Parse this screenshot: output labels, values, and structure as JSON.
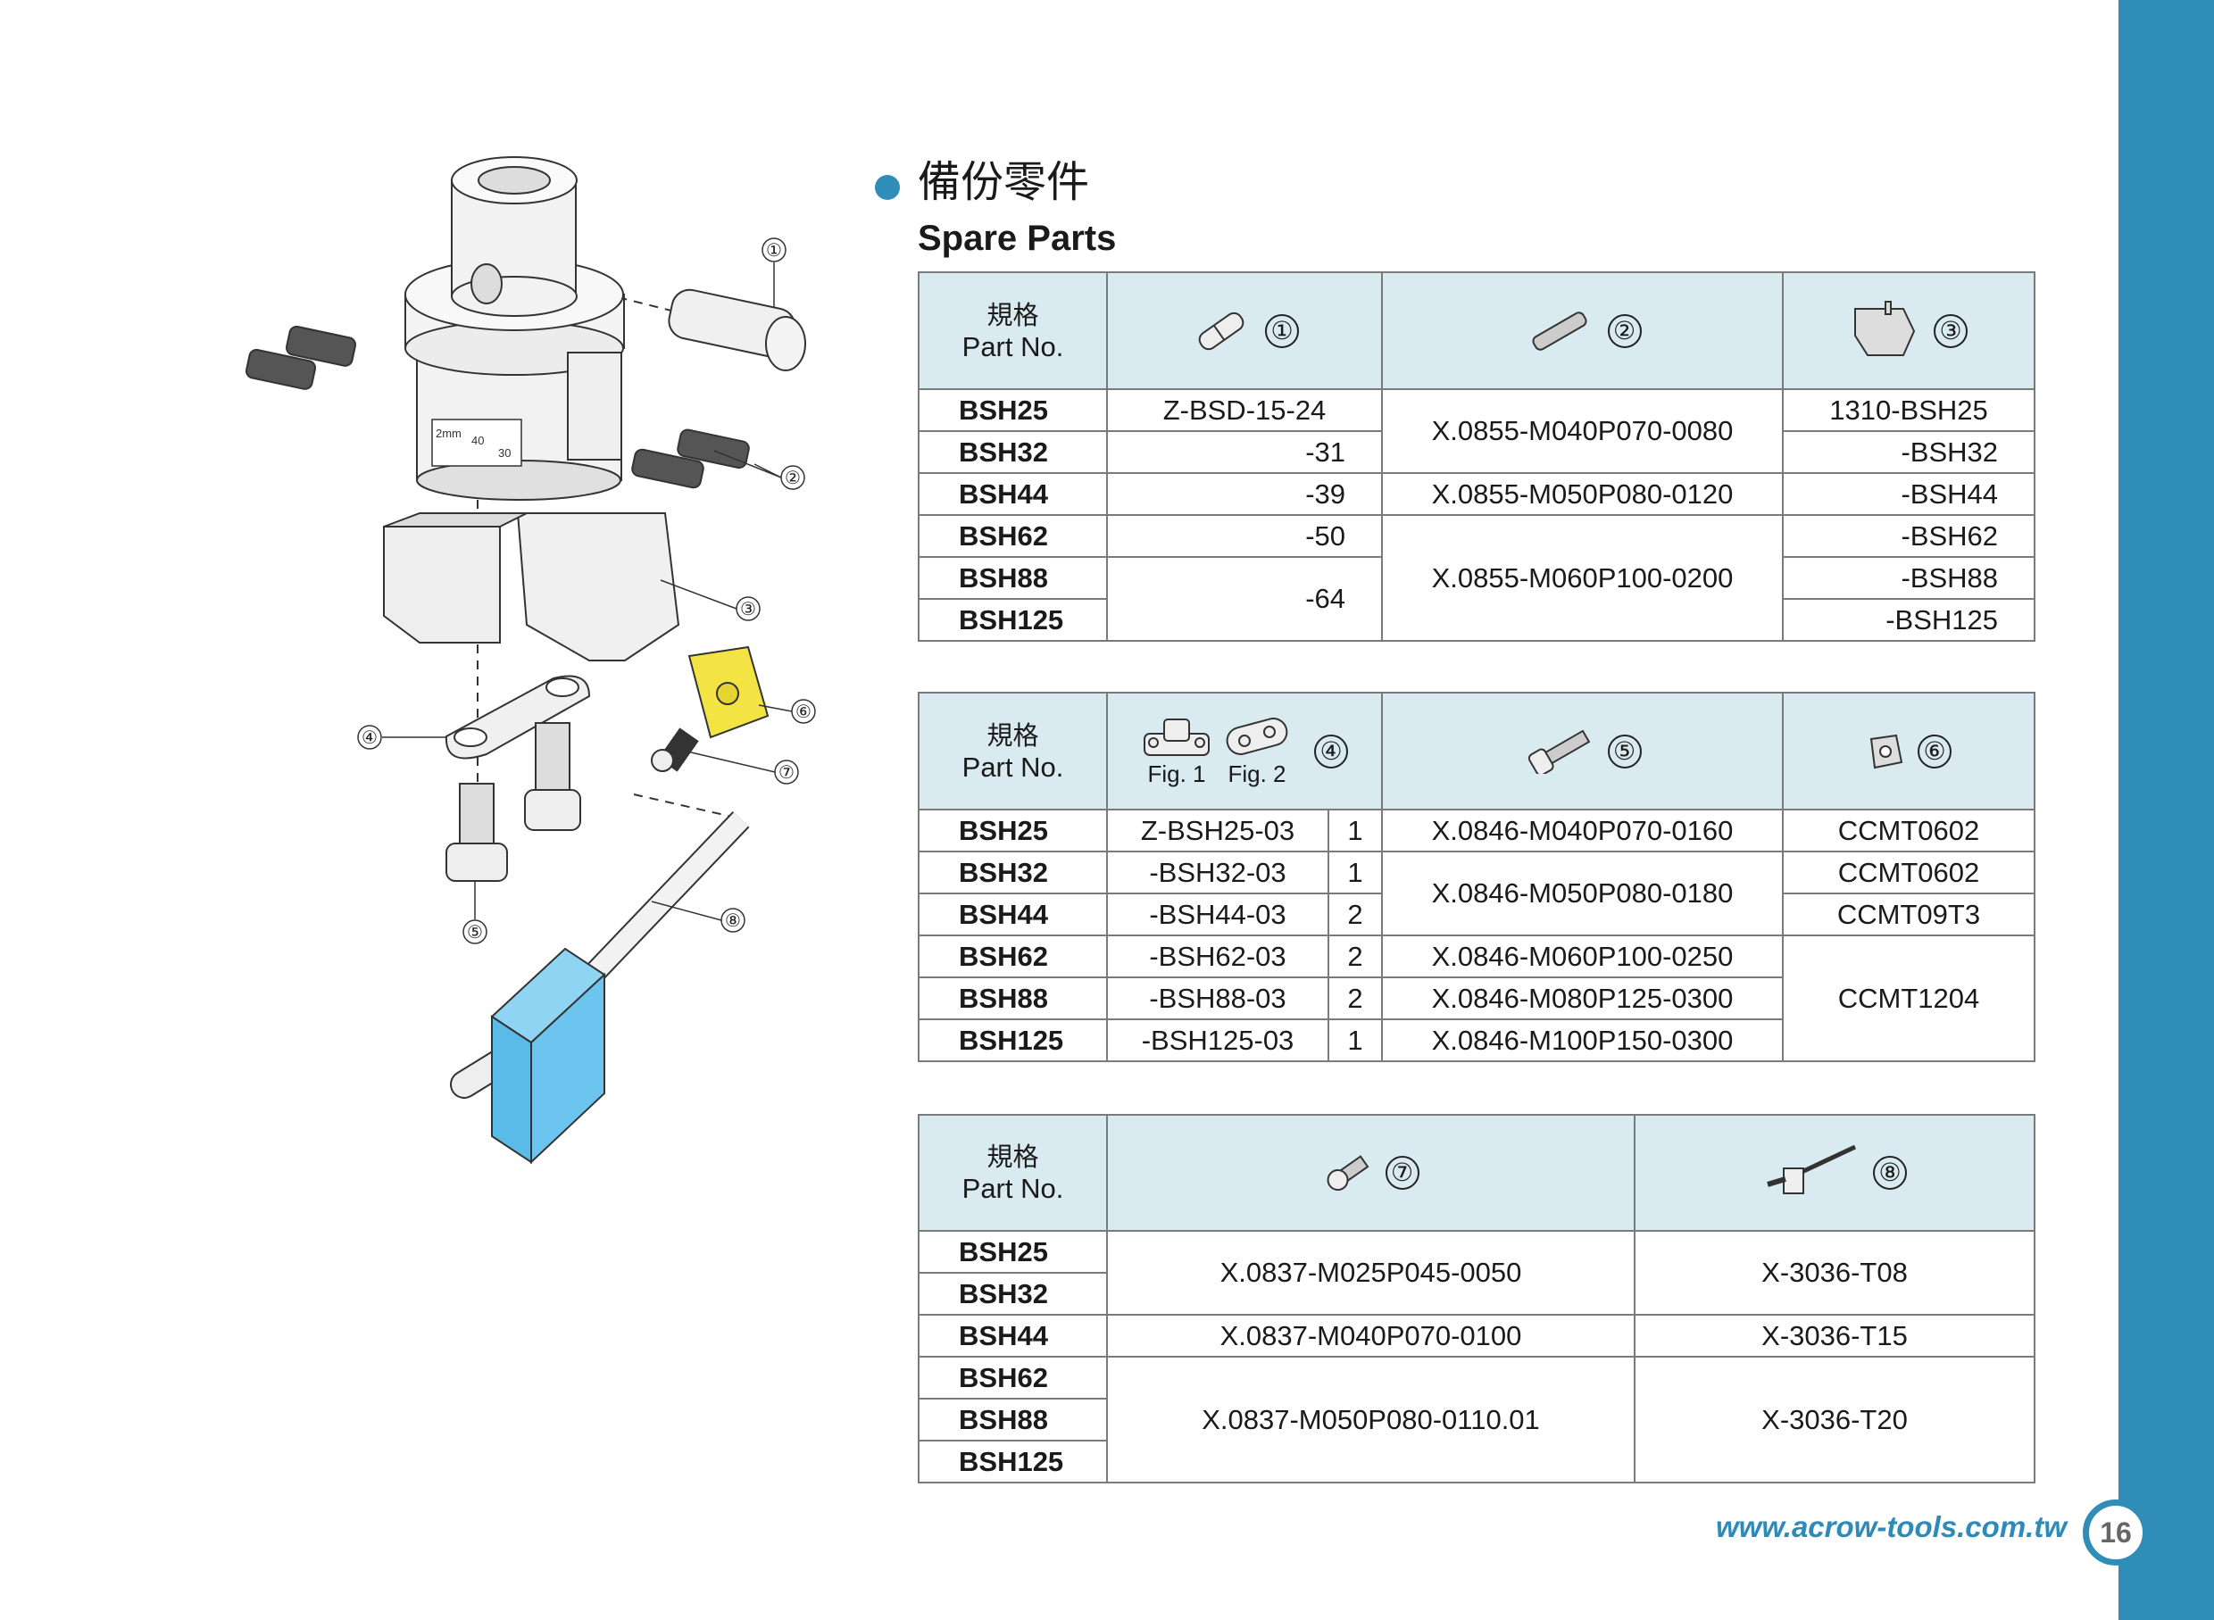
{
  "title": {
    "zh": "備份零件",
    "en": "Spare Parts"
  },
  "diagram": {
    "callouts": [
      "①",
      "②",
      "③",
      "④",
      "⑤",
      "⑥",
      "⑦",
      "⑧"
    ],
    "scale_marks": [
      "2mm",
      "40",
      "30"
    ]
  },
  "header_label": {
    "zh": "規格",
    "en": "Part No."
  },
  "table1": {
    "cols": [
      "①",
      "②",
      "③"
    ],
    "rows": [
      {
        "pn": "BSH25",
        "c1": "Z-BSD-15-24",
        "c2": "X.0855-M040P070-0080",
        "c3": "1310-BSH25"
      },
      {
        "pn": "BSH32",
        "c1": "-31",
        "c3": "-BSH32"
      },
      {
        "pn": "BSH44",
        "c1": "-39",
        "c2": "X.0855-M050P080-0120",
        "c3": "-BSH44"
      },
      {
        "pn": "BSH62",
        "c1": "-50",
        "c2": "X.0855-M060P100-0200",
        "c3": "-BSH62"
      },
      {
        "pn": "BSH88",
        "c1": "-64",
        "c3": "-BSH88"
      },
      {
        "pn": "BSH125",
        "c3": "-BSH125"
      }
    ]
  },
  "table2": {
    "cols": [
      "④",
      "⑤",
      "⑥"
    ],
    "figs": [
      "Fig. 1",
      "Fig. 2"
    ],
    "rows": [
      {
        "pn": "BSH25",
        "c1": "Z-BSH25-03",
        "fig": "1",
        "c2": "X.0846-M040P070-0160",
        "c3": "CCMT0602"
      },
      {
        "pn": "BSH32",
        "c1": "-BSH32-03",
        "fig": "1",
        "c2": "X.0846-M050P080-0180",
        "c3": "CCMT0602"
      },
      {
        "pn": "BSH44",
        "c1": "-BSH44-03",
        "fig": "2",
        "c3": "CCMT09T3"
      },
      {
        "pn": "BSH62",
        "c1": "-BSH62-03",
        "fig": "2",
        "c2": "X.0846-M060P100-0250",
        "c3": "CCMT1204"
      },
      {
        "pn": "BSH88",
        "c1": "-BSH88-03",
        "fig": "2",
        "c2": "X.0846-M080P125-0300"
      },
      {
        "pn": "BSH125",
        "c1": "-BSH125-03",
        "fig": "1",
        "c2": "X.0846-M100P150-0300"
      }
    ]
  },
  "table3": {
    "cols": [
      "⑦",
      "⑧"
    ],
    "rows": [
      {
        "pn": "BSH25",
        "c1": "X.0837-M025P045-0050",
        "c2": "X-3036-T08"
      },
      {
        "pn": "BSH32"
      },
      {
        "pn": "BSH44",
        "c1": "X.0837-M040P070-0100",
        "c2": "X-3036-T15"
      },
      {
        "pn": "BSH62",
        "c1": "X.0837-M050P080-0110.01",
        "c2": "X-3036-T20"
      },
      {
        "pn": "BSH88"
      },
      {
        "pn": "BSH125"
      }
    ]
  },
  "footer": {
    "url": "www.acrow-tools.com.tw",
    "page": "16"
  },
  "colors": {
    "accent": "#2f8db8",
    "header_bg": "#d9eaf0",
    "insert": "#f3e443",
    "wrench_block": "#6cc5ee"
  }
}
